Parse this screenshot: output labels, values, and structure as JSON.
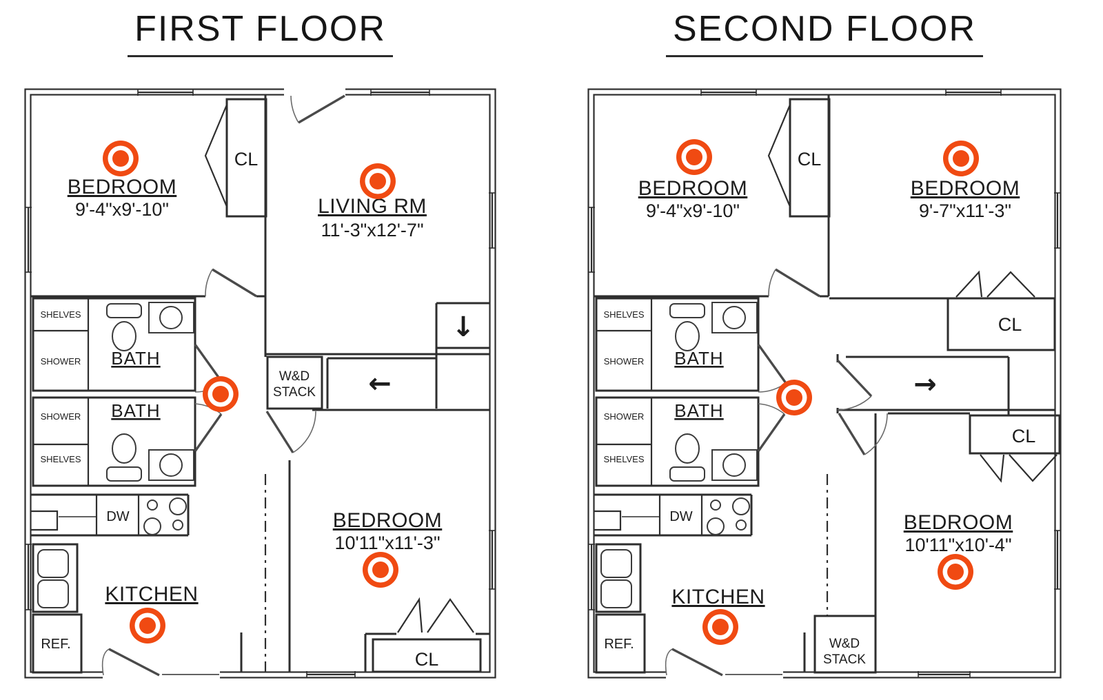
{
  "palette": {
    "marker_color": "#F04A12",
    "line_color": "#2e2e2e",
    "text_color": "#1d1d1d",
    "background": "#ffffff"
  },
  "floor1": {
    "title": "FIRST FLOOR",
    "bedroom_tl": {
      "name": "BEDROOM",
      "dims": "9'-4\"x9'-10\""
    },
    "closet_top": "CL",
    "living": {
      "name": "LIVING RM",
      "dims": "11'-3\"x12'-7\""
    },
    "bath_top": {
      "shelves": "SHELVES",
      "shower": "SHOWER",
      "name": "BATH"
    },
    "bath_bottom": {
      "name": "BATH",
      "shower": "SHOWER",
      "shelves": "SHELVES"
    },
    "wd_stack": {
      "line1": "W&D",
      "line2": "STACK"
    },
    "arrows": {
      "stair_down": "↓",
      "hall": "←"
    },
    "bedroom_br": {
      "name": "BEDROOM",
      "dims": "10'11\"x11'-3\""
    },
    "kitchen": {
      "name": "KITCHEN",
      "dw": "DW",
      "ref": "REF."
    },
    "closet_bottom": "CL"
  },
  "floor2": {
    "title": "SECOND FLOOR",
    "bedroom_tl": {
      "name": "BEDROOM",
      "dims": "9'-4\"x9'-10\""
    },
    "closet_top": "CL",
    "bedroom_tr": {
      "name": "BEDROOM",
      "dims": "9'-7\"x11'-3\""
    },
    "closet_upper": "CL",
    "closet_lower": "CL",
    "arrows": {
      "hall": "→"
    },
    "bath_top": {
      "shelves": "SHELVES",
      "shower": "SHOWER",
      "name": "BATH"
    },
    "bath_bottom": {
      "name": "BATH",
      "shower": "SHOWER",
      "shelves": "SHELVES"
    },
    "bedroom_br": {
      "name": "BEDROOM",
      "dims": "10'11\"x10'-4\""
    },
    "wd_stack": {
      "line1": "W&D",
      "line2": "STACK"
    },
    "kitchen": {
      "name": "KITCHEN",
      "dw": "DW",
      "ref": "REF."
    }
  },
  "markers": {
    "color": "#F04A12",
    "symbol": "bullseye-detector-marker",
    "floor1_locations": [
      "bedroom-top-left",
      "living-room",
      "hallway",
      "bedroom-bottom-right",
      "kitchen"
    ],
    "floor2_locations": [
      "bedroom-top-left",
      "bedroom-top-right",
      "hallway",
      "bedroom-bottom-right",
      "kitchen"
    ]
  }
}
